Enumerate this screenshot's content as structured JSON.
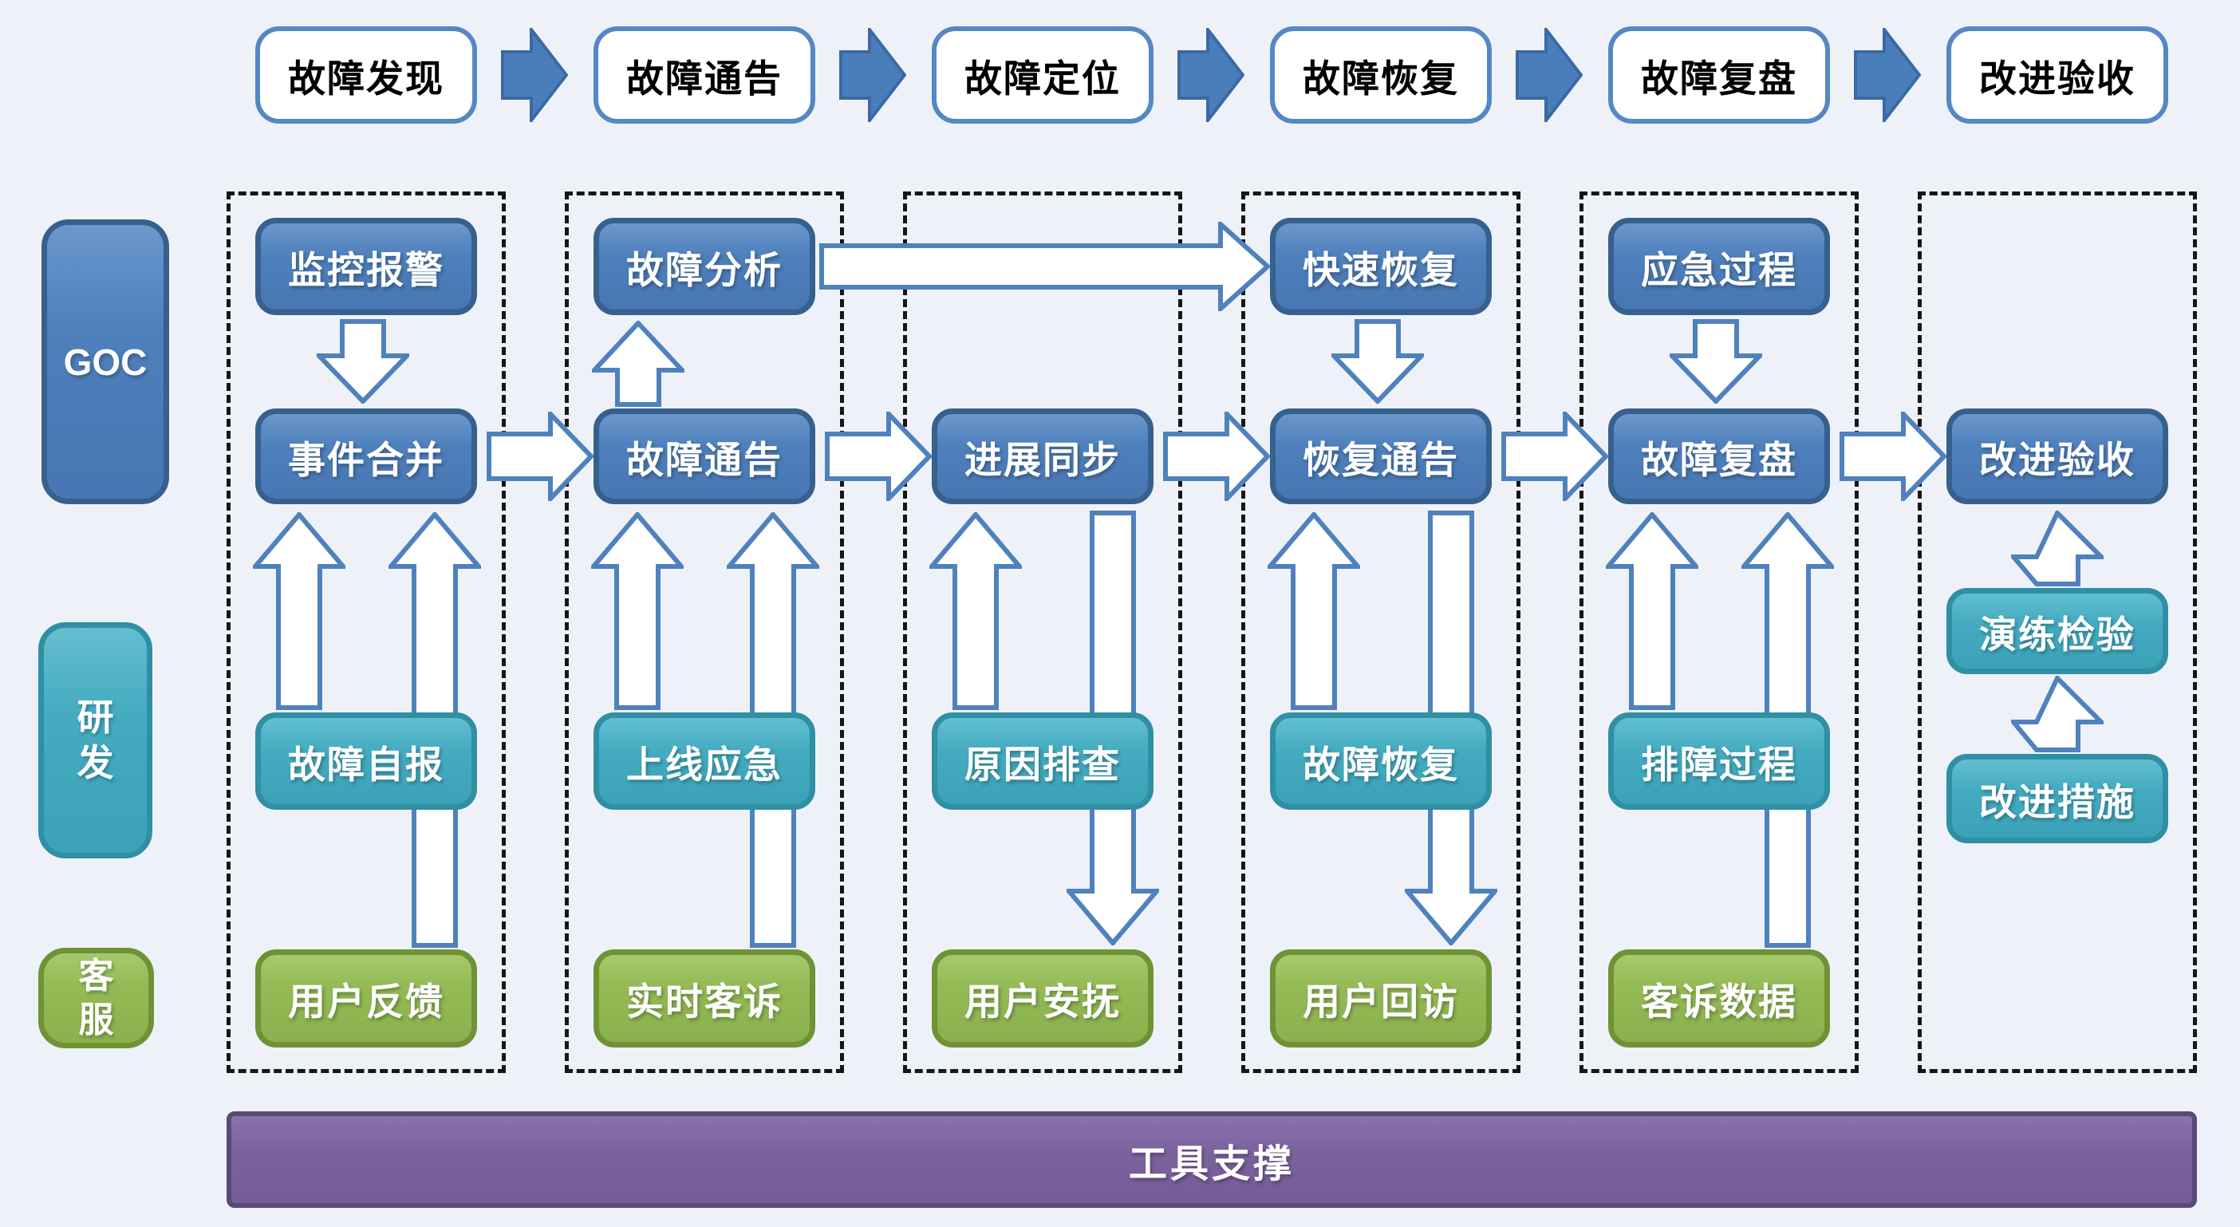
{
  "page": {
    "background": "#eef2f8"
  },
  "lanes": {
    "goc": "GOC",
    "dev": "研发",
    "cs": "客服"
  },
  "columns": [
    {
      "phase": "故障发现",
      "goc_top": "监控报警",
      "goc_main": "事件合并",
      "dev": "故障自报",
      "cs": "用户反馈"
    },
    {
      "phase": "故障通告",
      "goc_top": "故障分析",
      "goc_main": "故障通告",
      "dev": "上线应急",
      "cs": "实时客诉"
    },
    {
      "phase": "故障定位",
      "goc_main": "进展同步",
      "dev": "原因排查",
      "cs": "用户安抚"
    },
    {
      "phase": "故障恢复",
      "goc_top": "快速恢复",
      "goc_main": "恢复通告",
      "dev": "故障恢复",
      "cs": "用户回访"
    },
    {
      "phase": "故障复盘",
      "goc_top": "应急过程",
      "goc_main": "故障复盘",
      "dev": "排障过程",
      "cs": "客诉数据"
    },
    {
      "phase": "改进验收",
      "goc_main": "改进验收",
      "dev_upper": "演练检验",
      "dev_lower": "改进措施"
    }
  ],
  "footer": {
    "label": "工具支撑"
  },
  "colors": {
    "background": "#eef2f8",
    "goc_box": "#4e80bc",
    "goc_border": "#36608e",
    "dev_box": "#44abc1",
    "dev_border": "#2f8fa4",
    "cs_box": "#93ba55",
    "cs_border": "#6d9335",
    "phase_box_border": "#5488c4",
    "arrow_stroke": "#4f81bd",
    "solid_arrow": "#4a7ebb",
    "tool_bar": "#7c63a0",
    "dashed_frame": "#161616"
  }
}
